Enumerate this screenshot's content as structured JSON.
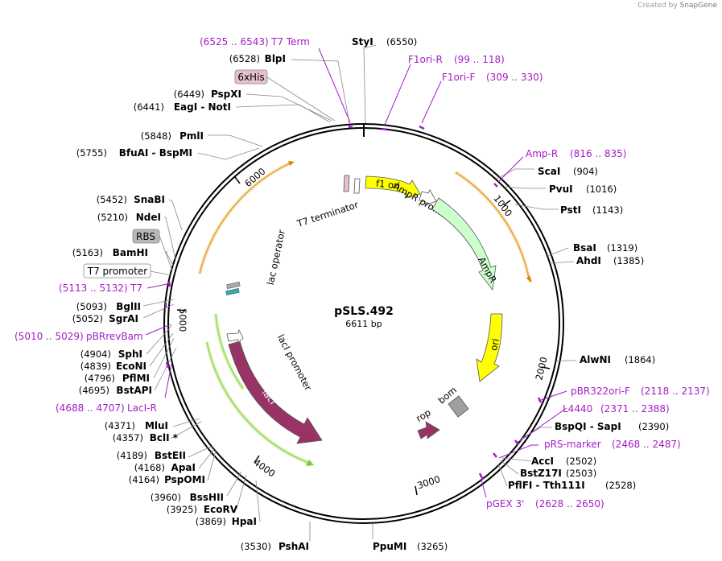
{
  "credit": {
    "prefix": "Created by",
    "brand": "SnapGene"
  },
  "plasmid": {
    "name": "pSLS.492",
    "size_label": "6611 bp"
  },
  "ticks": [
    "1000",
    "2000",
    "3000",
    "4000",
    "5000",
    "6000"
  ],
  "sites_right": [
    {
      "name": "StyI",
      "pos": "(6550)"
    },
    {
      "name": "ScaI",
      "pos": "(904)"
    },
    {
      "name": "PvuI",
      "pos": "(1016)"
    },
    {
      "name": "PstI",
      "pos": "(1143)"
    },
    {
      "name": "BsaI",
      "pos": "(1319)"
    },
    {
      "name": "AhdI",
      "pos": "(1385)"
    },
    {
      "name": "AlwNI",
      "pos": "(1864)"
    },
    {
      "name": "BspQI - SapI",
      "pos": "(2390)"
    },
    {
      "name": "AccI",
      "pos": "(2502)"
    },
    {
      "name": "BstZ17I",
      "pos": "(2503)"
    },
    {
      "name": "PflFI - Tth111I",
      "pos": "(2528)"
    },
    {
      "name": "PpuMI",
      "pos": "(3265)"
    }
  ],
  "sites_left": [
    {
      "name": "BlpI",
      "pos": "(6528)"
    },
    {
      "name": "PspXI",
      "pos": "(6449)"
    },
    {
      "name": "EagI - NotI",
      "pos": "(6441)"
    },
    {
      "name": "PmlI",
      "pos": "(5848)"
    },
    {
      "name": "BfuAI - BspMI",
      "pos": "(5755)"
    },
    {
      "name": "SnaBI",
      "pos": "(5452)"
    },
    {
      "name": "NdeI",
      "pos": "(5210)"
    },
    {
      "name": "BamHI",
      "pos": "(5163)"
    },
    {
      "name": "BglII",
      "pos": "(5093)"
    },
    {
      "name": "SgrAI",
      "pos": "(5052)"
    },
    {
      "name": "SphI",
      "pos": "(4904)"
    },
    {
      "name": "EcoNI",
      "pos": "(4839)"
    },
    {
      "name": "PflMI",
      "pos": "(4796)"
    },
    {
      "name": "BstAPI",
      "pos": "(4695)"
    },
    {
      "name": "MluI",
      "pos": "(4371)"
    },
    {
      "name": "BclI *",
      "pos": "(4357)"
    },
    {
      "name": "BstEII",
      "pos": "(4189)"
    },
    {
      "name": "ApaI",
      "pos": "(4168)"
    },
    {
      "name": "PspOMI",
      "pos": "(4164)"
    },
    {
      "name": "BssHII",
      "pos": "(3960)"
    },
    {
      "name": "EcoRV",
      "pos": "(3925)"
    },
    {
      "name": "HpaI",
      "pos": "(3869)"
    },
    {
      "name": "PshAI",
      "pos": "(3530)"
    }
  ],
  "primers": [
    {
      "name": "T7 Term",
      "range": "(6525 .. 6543)"
    },
    {
      "name": "F1ori-R",
      "range": "(99 .. 118)"
    },
    {
      "name": "F1ori-F",
      "range": "(309 .. 330)"
    },
    {
      "name": "Amp-R",
      "range": "(816 .. 835)"
    },
    {
      "name": "pBR322ori-F",
      "range": "(2118 .. 2137)"
    },
    {
      "name": "L4440",
      "range": "(2371 .. 2388)"
    },
    {
      "name": "pRS-marker",
      "range": "(2468 .. 2487)"
    },
    {
      "name": "pGEX 3'",
      "range": "(2628 .. 2650)"
    },
    {
      "name": "LacI-R",
      "range": "(4688 .. 4707)"
    },
    {
      "name": "pBRrevBam",
      "range": "(5010 .. 5029)"
    },
    {
      "name": "T7",
      "range": "(5113 .. 5132)"
    }
  ],
  "boxed_features": [
    {
      "name": "6xHis",
      "fill": "#e8bfcf"
    },
    {
      "name": "RBS",
      "fill": "#b8b8b8"
    },
    {
      "name": "T7 promoter",
      "fill": "#ffffff"
    }
  ],
  "features": {
    "t7_terminator": "T7 terminator",
    "f1_ori": "f1 ori",
    "ampr_promoter": "AmpR promoter",
    "ampr": "AmpR",
    "ori": "ori",
    "bom": "bom",
    "rop": "rop",
    "laci": "lacI",
    "laci_promoter": "lacI promoter",
    "lac_operator": "lac operator"
  },
  "colors": {
    "primer": "#a31dc5",
    "f1_ori": "#ffff00",
    "ampr": "#ccffcc",
    "ori": "#ffff00",
    "laci": "#993366",
    "rop": "#993366",
    "orf_track": "#cc8800",
    "laci_track": "#77cc33",
    "bom": "#a0a0a0"
  }
}
